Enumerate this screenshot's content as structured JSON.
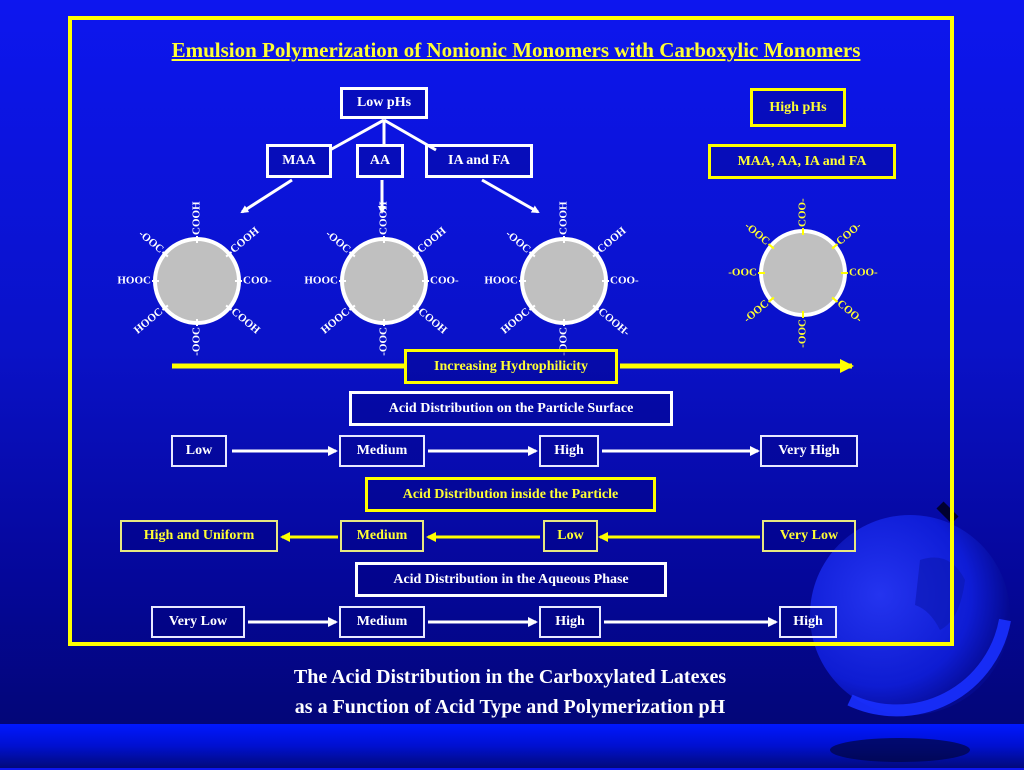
{
  "title": "Emulsion Polymerization of Nonionic Monomers with Carboxylic Monomers",
  "low_ph": {
    "label": "Low pHs",
    "acids": [
      "MAA",
      "AA",
      "IA and  FA"
    ]
  },
  "high_ph": {
    "label": "High pHs",
    "acids": "MAA, AA, IA and FA"
  },
  "particles": [
    {
      "name": "maa-particle",
      "groups": [
        "COOH",
        "COOH",
        "COO-",
        "COOH",
        "-OOC",
        "HOOC",
        "HOOC",
        "-OOC"
      ]
    },
    {
      "name": "aa-particle",
      "groups": [
        "COOH",
        "COOH",
        "COO-",
        "COOH",
        "-OOC",
        "HOOC",
        "HOOC",
        "-OOC"
      ]
    },
    {
      "name": "ia-fa-particle",
      "groups": [
        "COOH",
        "COOH",
        "COO-",
        "COOH-",
        "-OOC",
        "HOOC",
        "HOOC",
        "-OOC"
      ]
    },
    {
      "name": "high-ph-particle",
      "groups": [
        "COO-",
        "COO-",
        "COO-",
        "COO-",
        "-OOC",
        "-OOC",
        "-OOC",
        "-OOC"
      ]
    }
  ],
  "hydrophilicity_label": "Increasing Hydrophilicity",
  "surface": {
    "heading": "Acid Distribution on the Particle Surface",
    "levels": [
      "Low",
      "Medium",
      "High",
      "Very High"
    ]
  },
  "inside": {
    "heading": "Acid Distribution inside the Particle",
    "levels": [
      "High and Uniform",
      "Medium",
      "Low",
      "Very Low"
    ]
  },
  "aqueous": {
    "heading": "Acid Distribution in the Aqueous Phase",
    "levels": [
      "Very Low",
      "Medium",
      "High",
      "High"
    ]
  },
  "caption": {
    "line1": "The Acid Distribution in the Carboxylated Latexes",
    "line2": "as a Function of Acid Type and Polymerization pH"
  },
  "colors": {
    "accent_yellow": "#ffff00",
    "white": "#ffffff",
    "particle": "#c0c0c0"
  }
}
